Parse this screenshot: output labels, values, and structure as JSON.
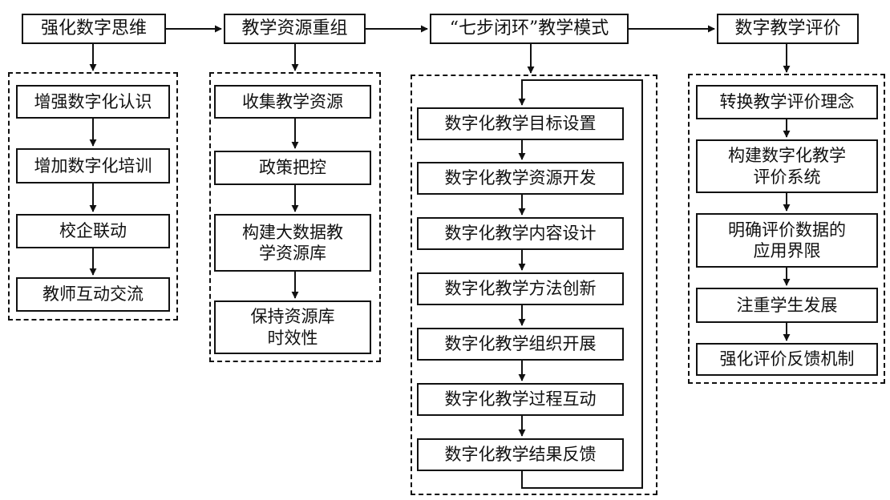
{
  "columns": [
    {
      "title": "强化数字思维",
      "steps": [
        "增强数字化认识",
        "增加数字化培训",
        "校企联动",
        "教师互动交流"
      ]
    },
    {
      "title": "教学资源重组",
      "steps": [
        "收集教学资源",
        "政策把控",
        "构建大数据教学资源库",
        "保持资源库时效性"
      ]
    },
    {
      "title": "“七步闭环”教学模式",
      "steps": [
        "数字化教学目标设置",
        "数字化教学资源开发",
        "数字化教学内容设计",
        "数字化教学方法创新",
        "数字化教学组织开展",
        "数字化教学过程互动",
        "数字化教学结果反馈"
      ]
    },
    {
      "title": "数字教学评价",
      "steps": [
        "转换教学评价理念",
        "构建数字化教学评价系统",
        "明确评价数据的应用界限",
        "注重学生发展",
        "强化评价反馈机制"
      ]
    }
  ]
}
